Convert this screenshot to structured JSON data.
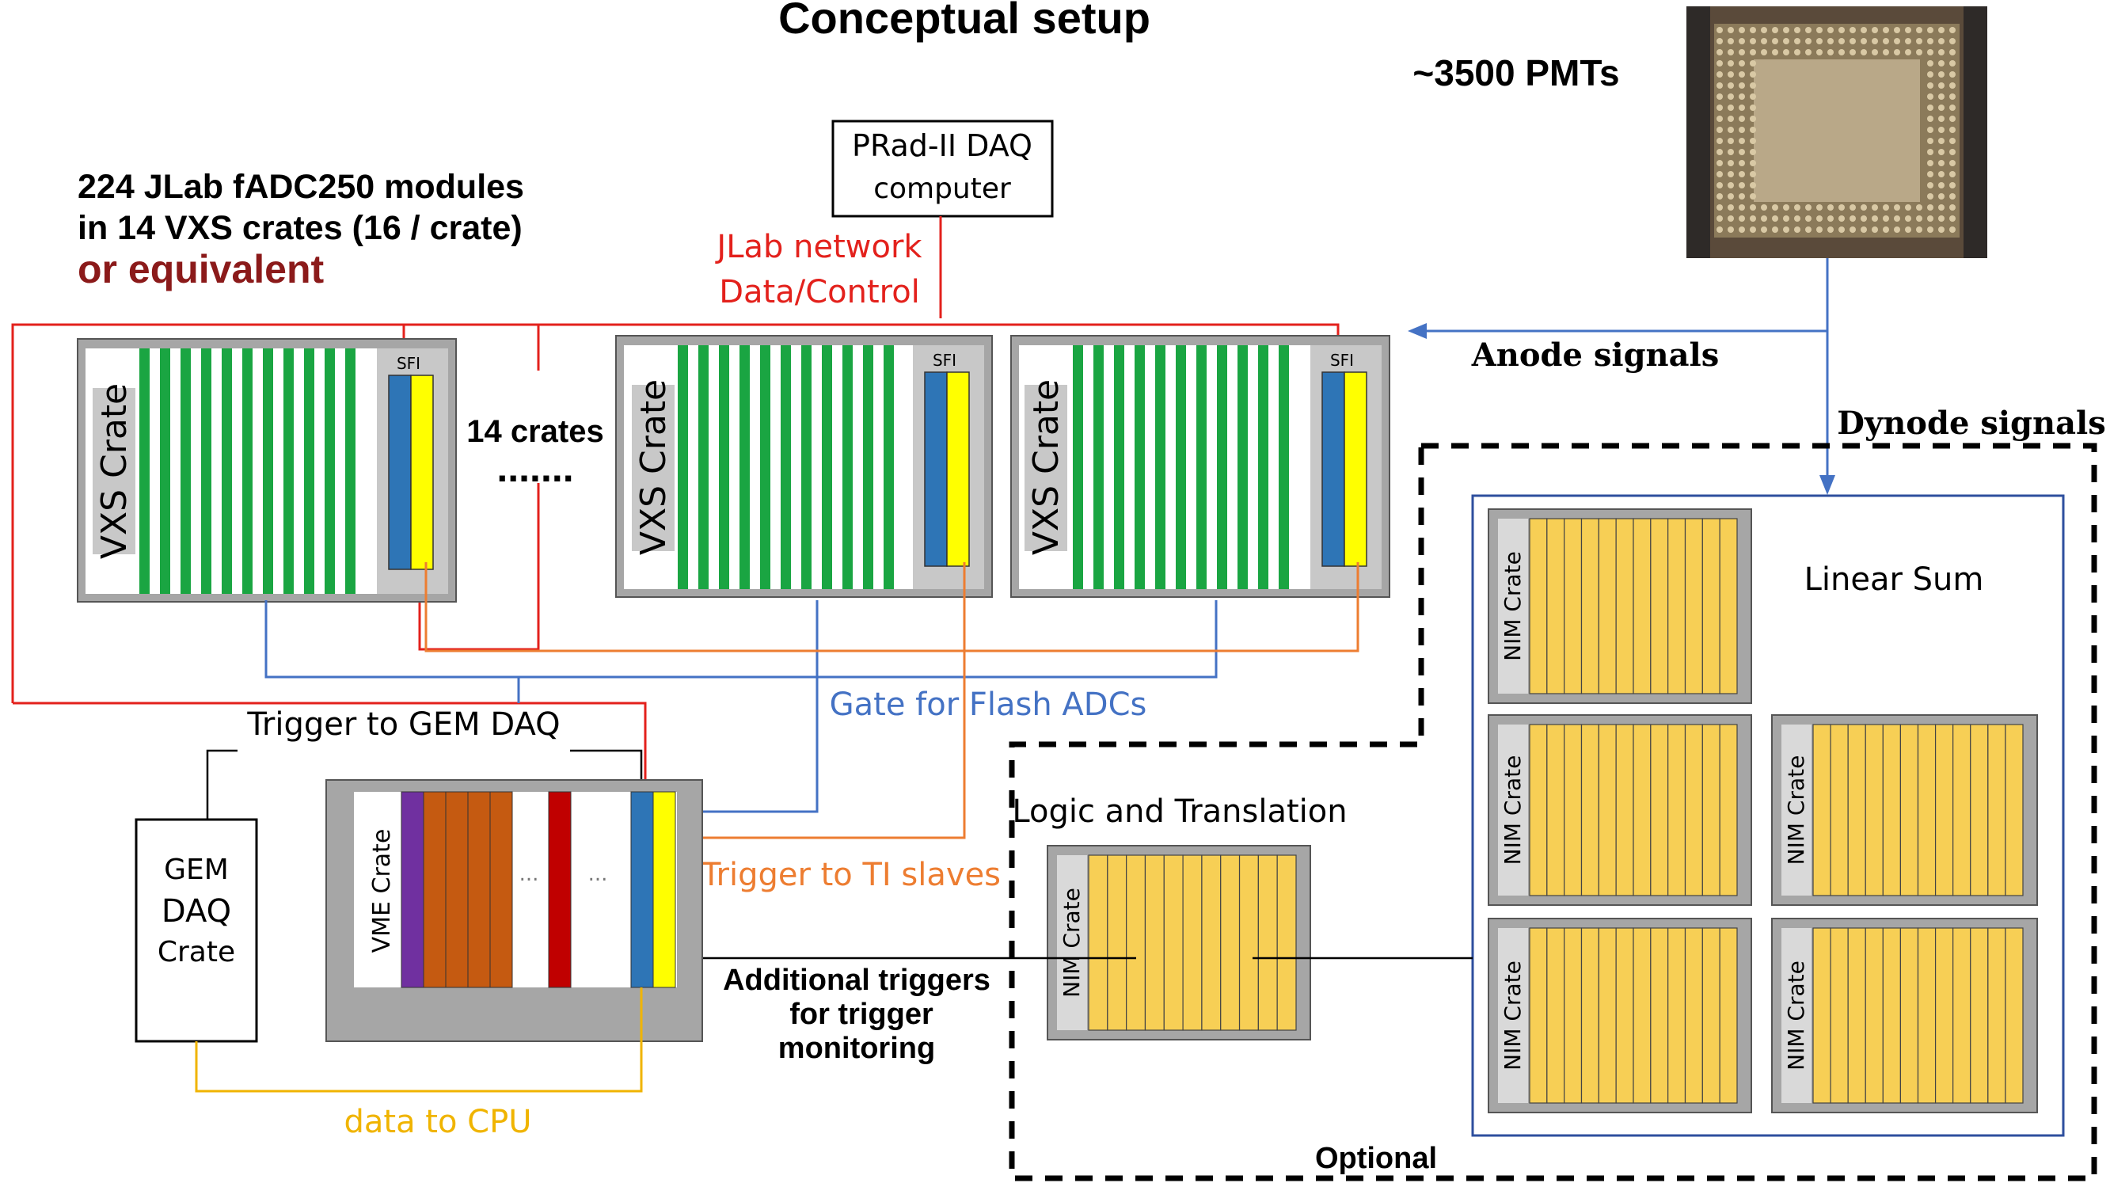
{
  "title": "Conceptual setup",
  "pmts_label": "~3500 PMTs",
  "fadc_line1": "224 JLab fADC250 modules",
  "fadc_line2": "in 14 VXS crates (16 / crate)",
  "fadc_line3": "or equivalent",
  "daq_computer_line1": "PRad-II DAQ",
  "daq_computer_line2": "computer",
  "network_line1": "JLab network",
  "network_line2": "Data/Control",
  "vxs_crate_label": "VXS Crate",
  "sfi_label": "SFI",
  "crates_count": "14 crates",
  "crates_dots": ".......",
  "anode_signals": "Anode signals",
  "dynode_signals": "Dynode signals",
  "linear_sum": "Linear Sum",
  "nim_crate_label": "NIM Crate",
  "gate_label": "Gate for Flash ADCs",
  "trigger_gem": "Trigger to GEM DAQ",
  "gem_crate_line1": "GEM",
  "gem_crate_line2": "DAQ",
  "gem_crate_line3": "Crate",
  "vme_crate_label": "VME Crate",
  "vme_dots": "...",
  "trigger_ti": "Trigger to TI slaves",
  "logic_translation": "Logic and Translation",
  "additional_line1": "Additional triggers",
  "additional_line2": "for trigger",
  "additional_line3": "monitoring",
  "data_to_cpu": "data to CPU",
  "optional_label": "Optional",
  "colors": {
    "network_red": "#e3211c",
    "gate_blue": "#4472c4",
    "trigger_orange": "#ed7d31",
    "data_gold": "#f0b400",
    "module_green": "#1aa542",
    "sfi_blue": "#2e75b6",
    "sfi_yellow": "#ffff00",
    "nim_module": "#f7cf55",
    "crate_gray": "#a6a6a6",
    "dark_red_text": "#8b1a1a"
  },
  "icons": {
    "pmt_photo": "pmt-array-photo"
  }
}
